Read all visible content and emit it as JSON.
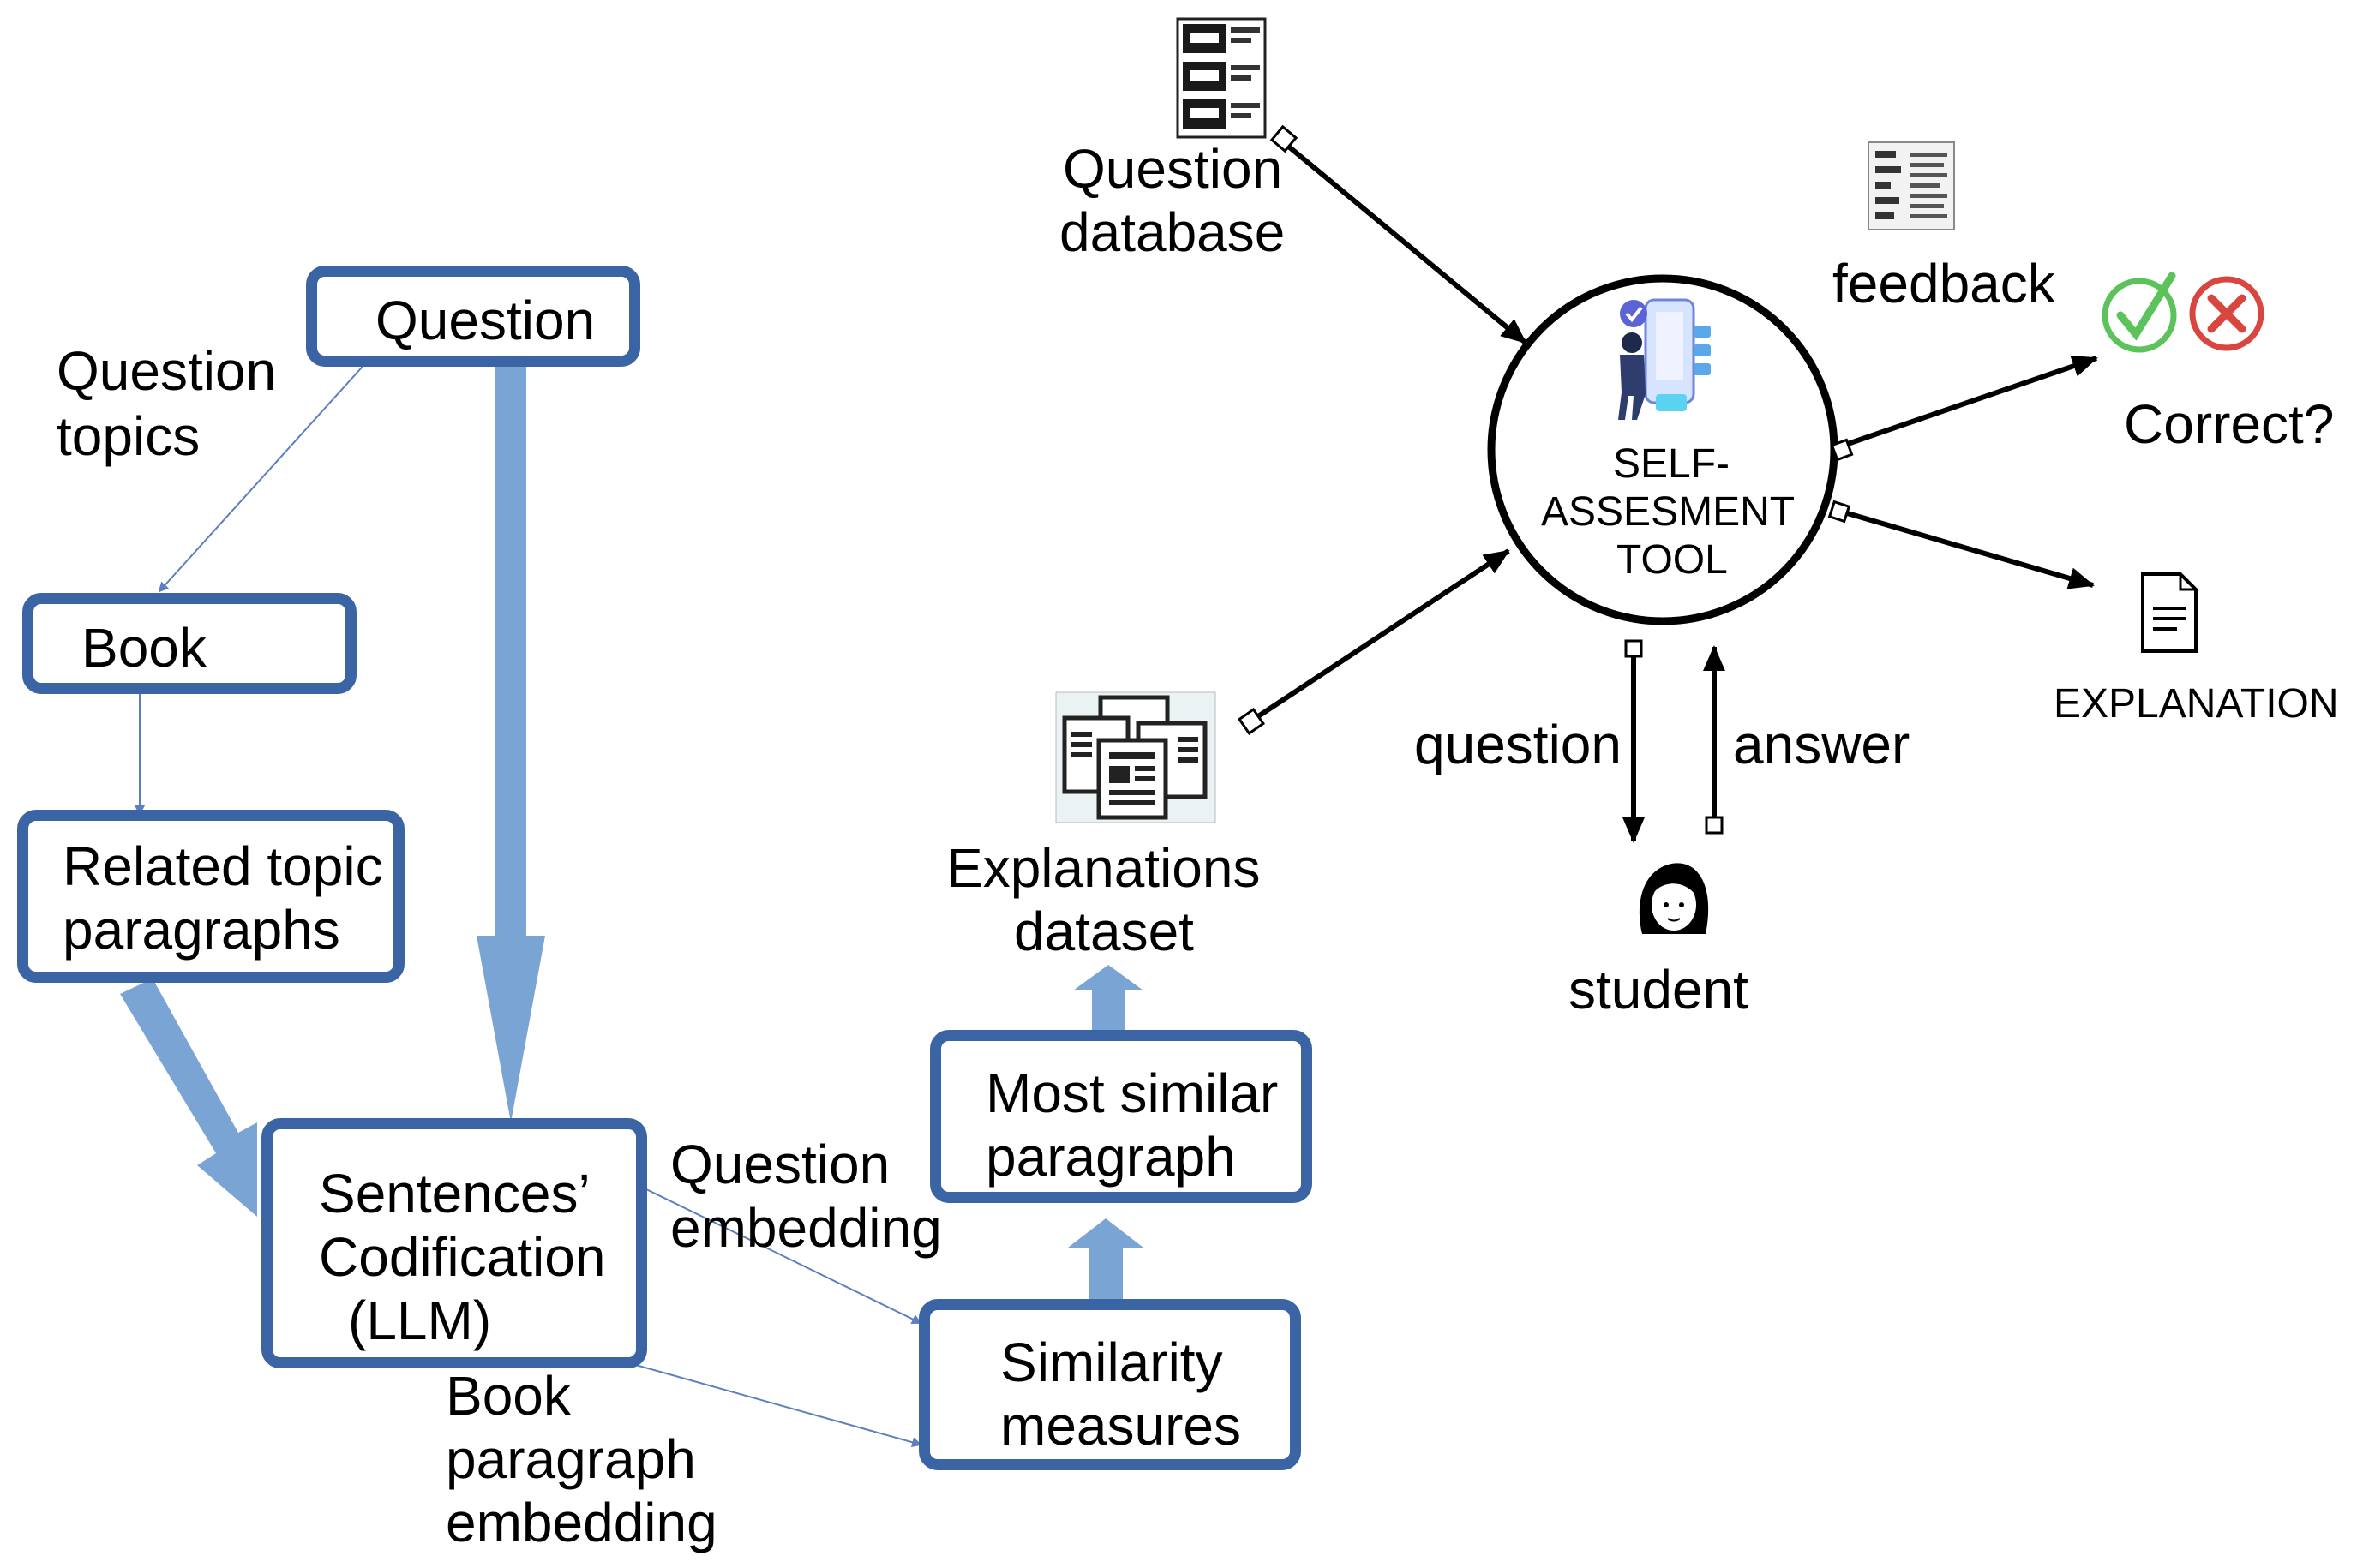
{
  "flow": {
    "question_box": "Question",
    "question_topics": [
      "Question",
      "topics"
    ],
    "book_box": "Book",
    "related_box": [
      "Related topic",
      "paragraphs"
    ],
    "codification_box": [
      "Sentences’",
      "Codification",
      "(LLM)"
    ],
    "question_embedding": [
      "Question",
      "embedding"
    ],
    "book_embedding": [
      "Book",
      "paragraph",
      "embedding"
    ],
    "similarity_box": [
      "Similarity",
      "measures"
    ],
    "most_similar_box": [
      "Most similar",
      "paragraph"
    ],
    "explanations_dataset": [
      "Explanations",
      "dataset"
    ]
  },
  "tool": {
    "question_database": [
      "Question",
      "database"
    ],
    "center": [
      "SELF-",
      "ASSESMENT",
      "TOOL"
    ],
    "feedback": "feedback",
    "correct": "Correct?",
    "explanation": "EXPLANATION",
    "question_edge": "question",
    "answer_edge": "answer",
    "student": "student"
  },
  "icons": [
    "database-icon",
    "feedback-doc-icon",
    "checkmark-icon",
    "cross-icon",
    "document-icon",
    "documents-stack-icon",
    "student-icon",
    "phone-app-illustration-icon"
  ],
  "colors": {
    "box_border": "#3a64a3",
    "fat_arrow": "#7aa4d4",
    "thin_arrow": "#5b7fbf",
    "check": "#5cc35c",
    "cross": "#d9453f"
  }
}
